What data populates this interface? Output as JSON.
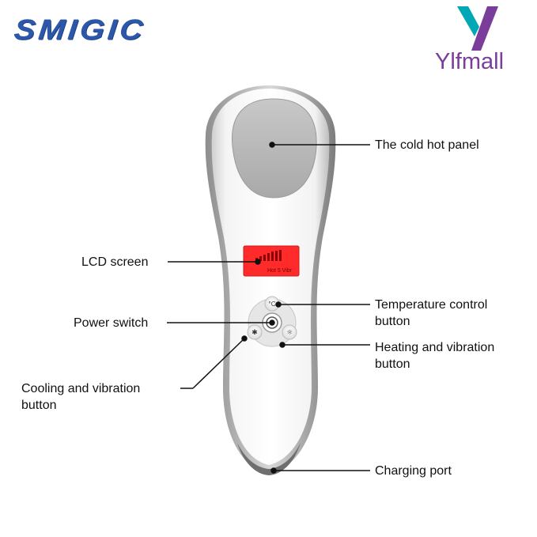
{
  "brand": {
    "name": "SMIGIC"
  },
  "watermark": {
    "text": "Ylfmall",
    "mark_colors": [
      "#00a7b5",
      "#7a3d9a"
    ]
  },
  "device": {
    "lcd_text": "Hot 5 Vibr"
  },
  "buttons": {
    "temperature_symbol": "°C",
    "cooling_symbol": "✱",
    "heating_symbol": "☼"
  },
  "labels": {
    "cold_hot_panel": "The cold hot panel",
    "lcd_screen": "LCD screen",
    "temperature_control": [
      "Temperature control",
      "button"
    ],
    "power_switch": "Power switch",
    "heating_vibration": [
      "Heating and vibration",
      "button"
    ],
    "cooling_vibration": [
      "Cooling and vibration",
      "button"
    ],
    "charging_port": "Charging port"
  },
  "colors": {
    "brand_blue": "#2d57a8",
    "watermark_purple": "#7a3d9a",
    "lcd_red": "#ff2a2a",
    "panel_gray": "#b9b9b9"
  }
}
